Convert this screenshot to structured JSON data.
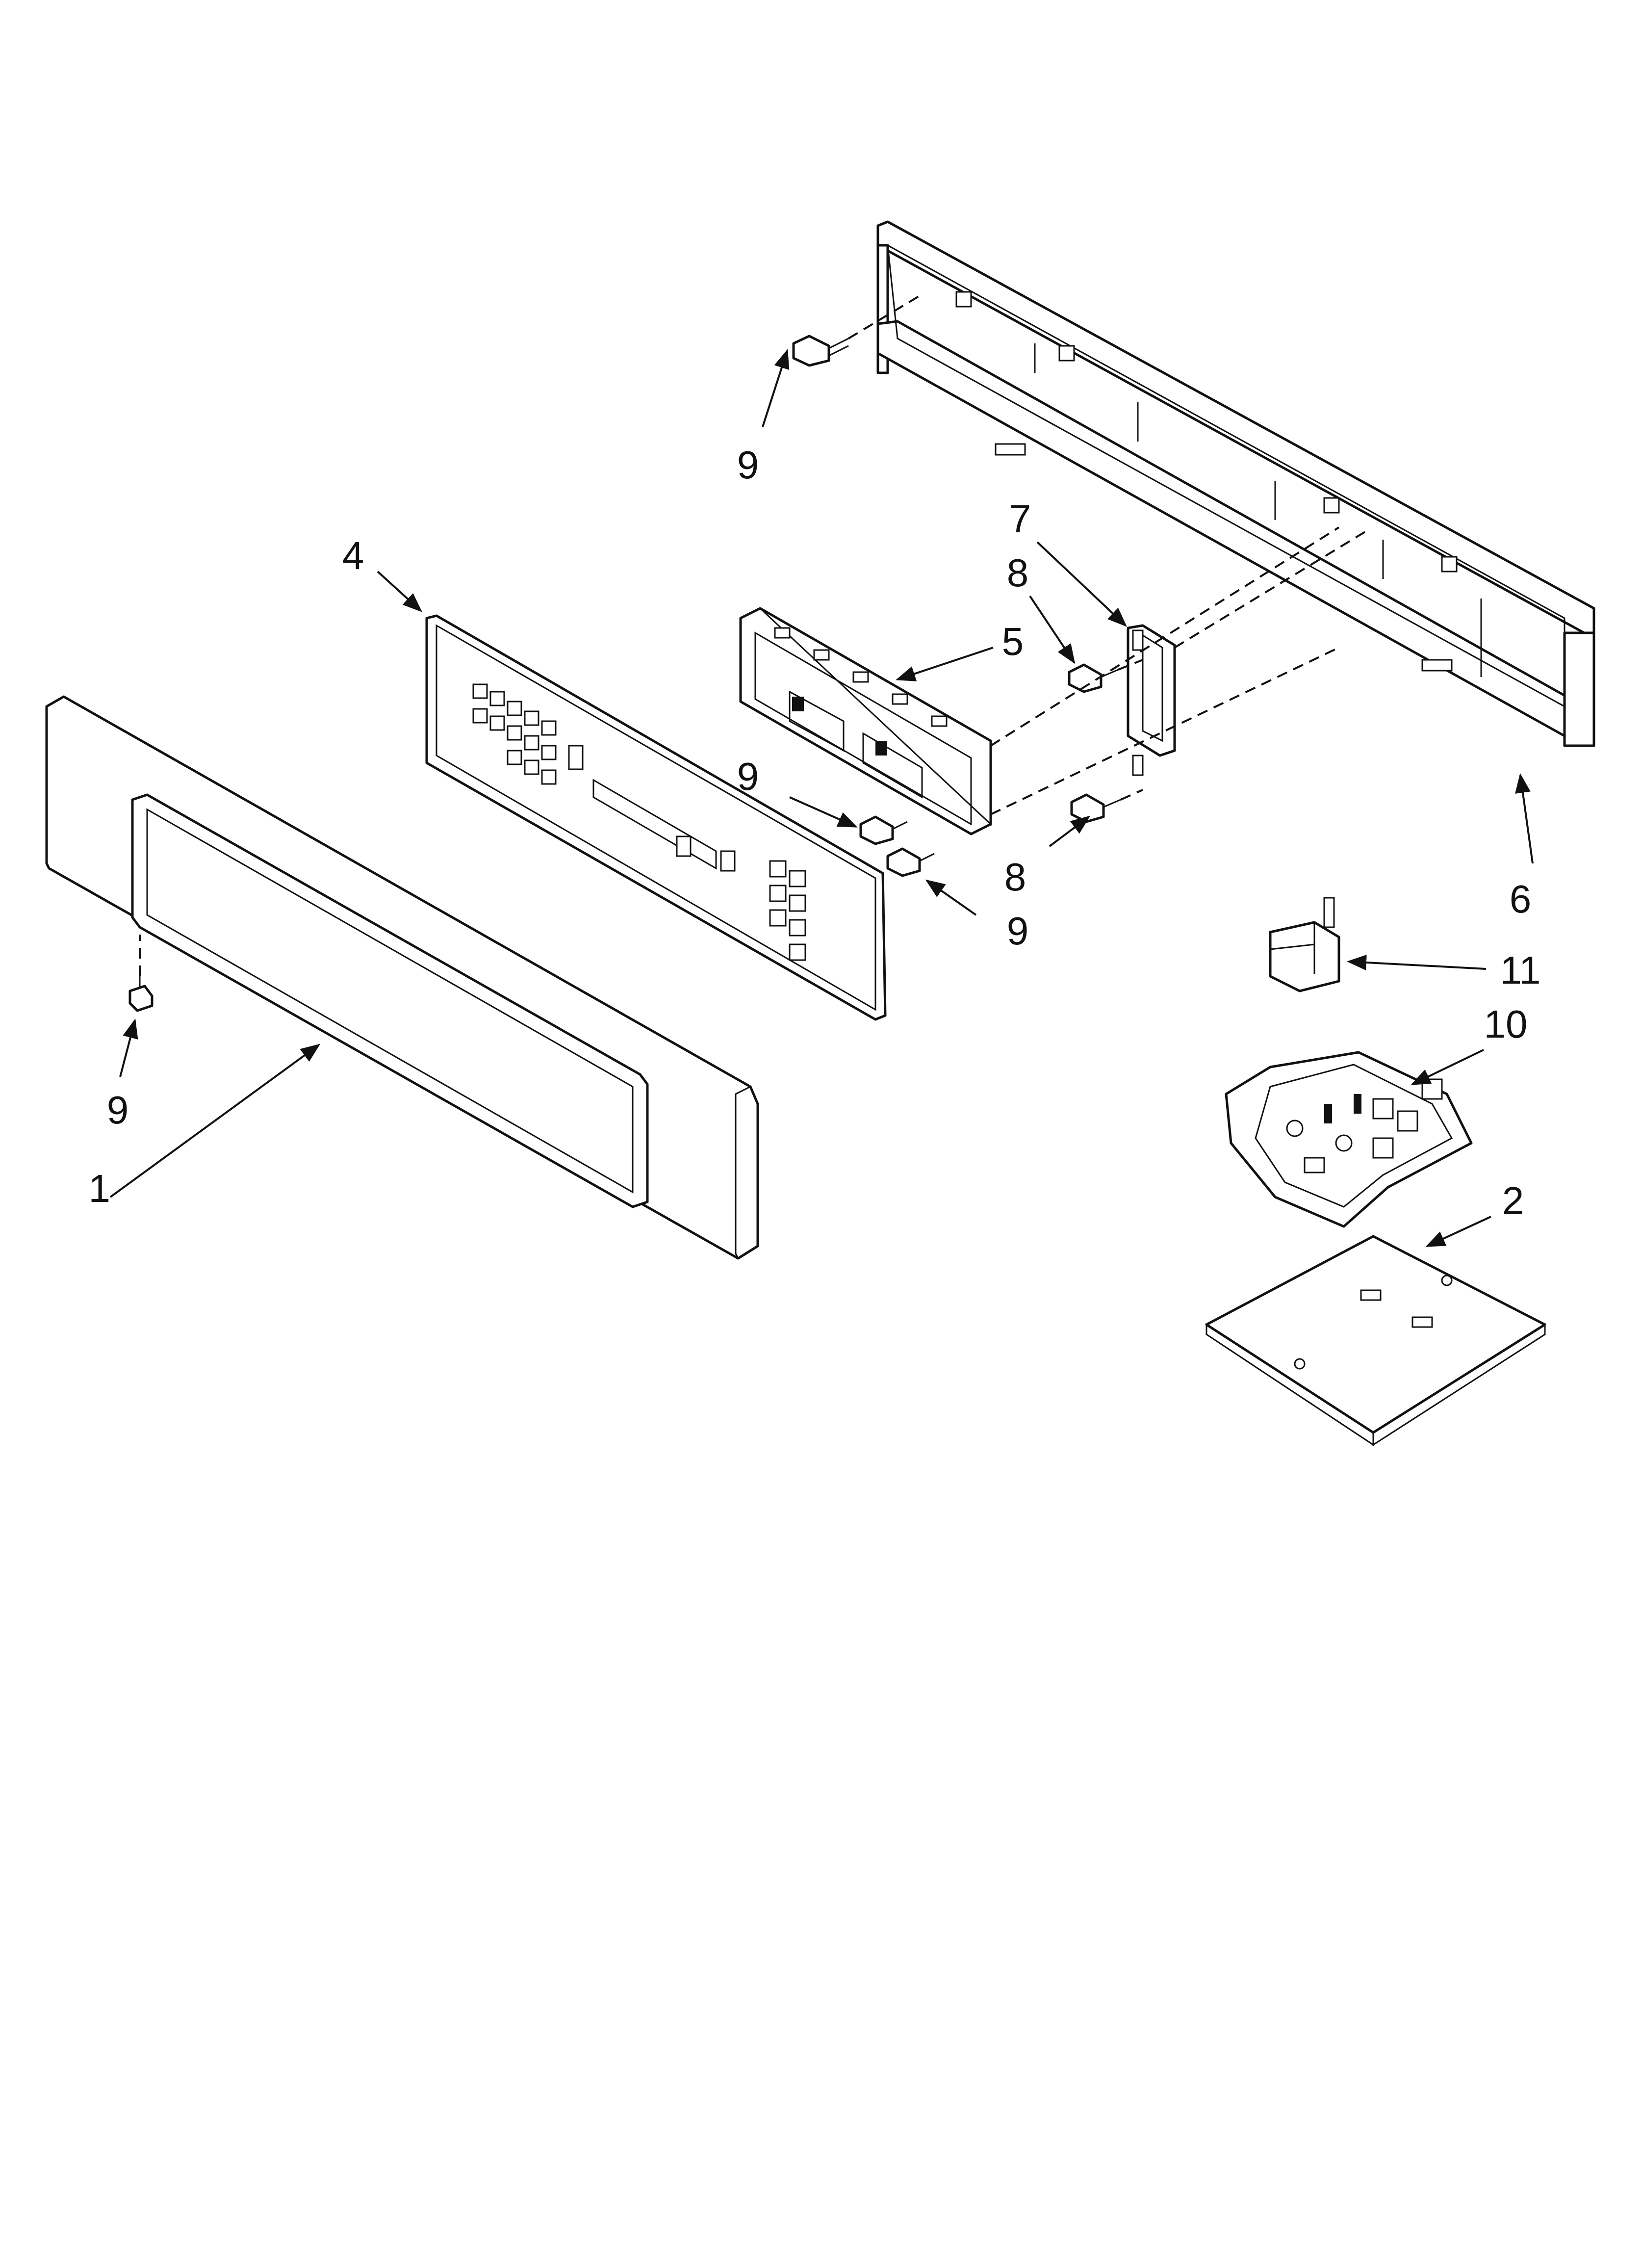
{
  "diagram": {
    "callouts": [
      {
        "id": "c1",
        "label": "1"
      },
      {
        "id": "c2",
        "label": "2"
      },
      {
        "id": "c4",
        "label": "4"
      },
      {
        "id": "c5",
        "label": "5"
      },
      {
        "id": "c6",
        "label": "6"
      },
      {
        "id": "c7",
        "label": "7"
      },
      {
        "id": "c8a",
        "label": "8"
      },
      {
        "id": "c8b",
        "label": "8"
      },
      {
        "id": "c9a",
        "label": "9"
      },
      {
        "id": "c9b",
        "label": "9"
      },
      {
        "id": "c9c",
        "label": "9"
      },
      {
        "id": "c9d",
        "label": "9"
      },
      {
        "id": "c10",
        "label": "10"
      },
      {
        "id": "c11",
        "label": "11"
      }
    ]
  }
}
